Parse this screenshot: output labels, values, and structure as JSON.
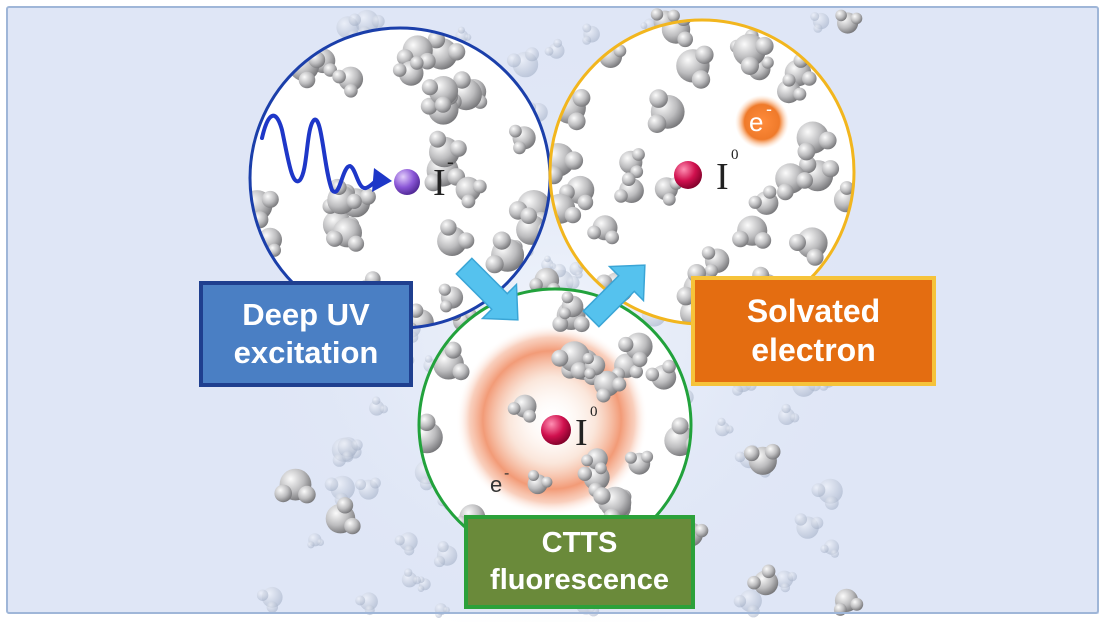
{
  "diagram": {
    "steps": [
      {
        "line1": "Deep UV",
        "line2": "excitation",
        "species": "I",
        "charge": "-",
        "ring_color": "#1b3faa",
        "fill_color": "#4a7fc4",
        "border_color": "#1f3f8f"
      },
      {
        "line1": "CTTS",
        "line2": "fluorescence",
        "species": "I",
        "charge": "0",
        "electron": "e",
        "electron_charge": "-",
        "ring_color": "#22a23c",
        "fill_color": "#6a8a3a",
        "border_color": "#2ca13a"
      },
      {
        "line1": "Solvated",
        "line2": "electron",
        "species": "I",
        "charge": "0",
        "electron": "e",
        "electron_charge": "-",
        "ring_color": "#f2b61e",
        "fill_color": "#e46d11",
        "border_color": "#f6c33a"
      }
    ],
    "flow": [
      "Deep UV excitation",
      "CTTS fluorescence",
      "Solvated electron"
    ],
    "colors": {
      "background": "#dfe6f6",
      "arrow": "#55c2ee",
      "wave": "#1e37c8",
      "iodide_ion": "#8a56d6",
      "iodine_atom": "#d0104e",
      "solvent_molecule": "#a9a9ab"
    },
    "icons": [
      "water-molecule-icon",
      "photon-wave-icon",
      "iodide-ion-icon",
      "iodine-atom-icon",
      "electron-glow-icon",
      "flow-arrow-icon"
    ]
  }
}
